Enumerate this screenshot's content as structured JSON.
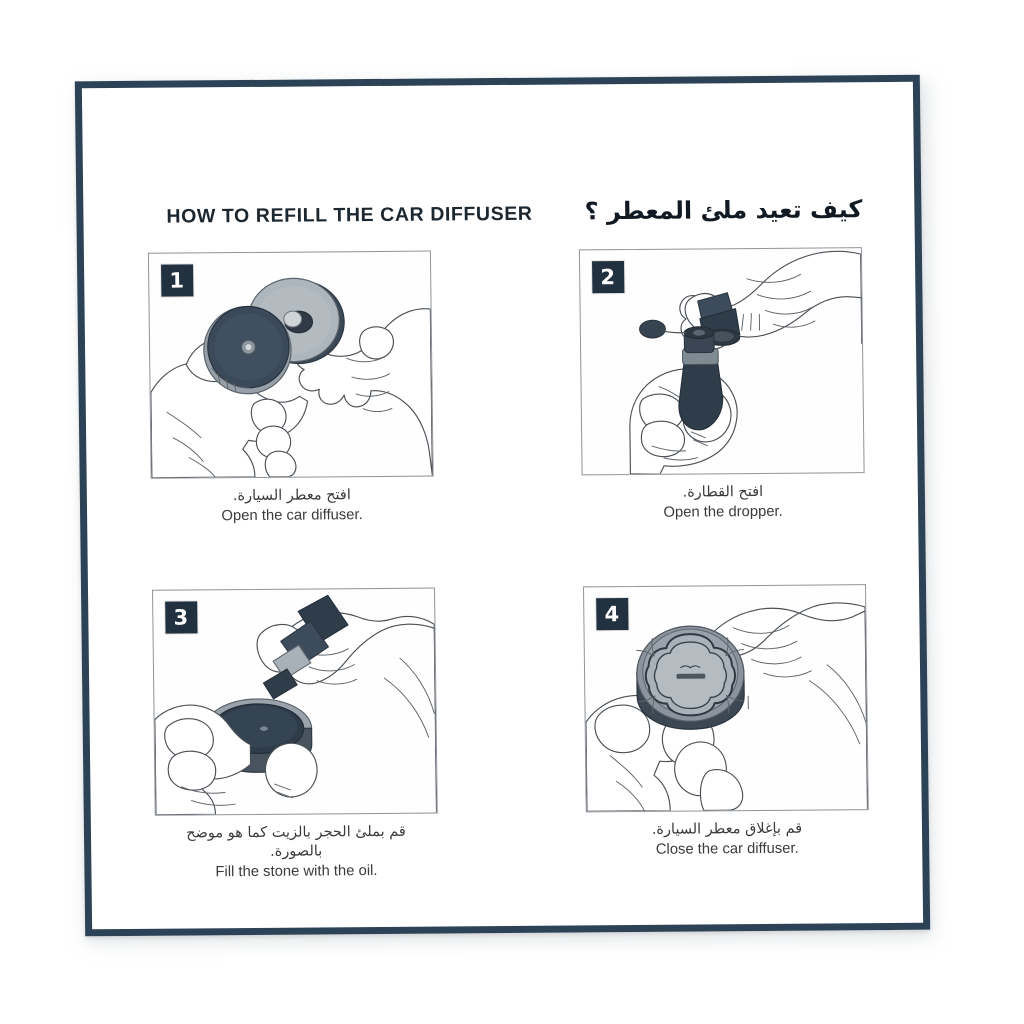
{
  "document": {
    "title_en": "HOW TO REFILL THE CAR DIFFUSER",
    "title_ar": "كيف تعيد ملئ المعطر ؟",
    "frame_color": "#2c4257",
    "badge_color": "#22313f",
    "text_color": "#3b3b3b",
    "background": "#ffffff"
  },
  "steps": [
    {
      "number": "1",
      "caption_ar": "افتح معطر السيارة.",
      "caption_ar_2": "",
      "caption_en": "Open the car diffuser.",
      "illustration": "two-hands-separating-diffuser-discs"
    },
    {
      "number": "2",
      "caption_ar": "افتح القطارة.",
      "caption_ar_2": "",
      "caption_en": "Open the dropper.",
      "illustration": "hand-removing-dropper-cap"
    },
    {
      "number": "3",
      "caption_ar": "قم بملئ الحجر بالزيت كما هو موضح",
      "caption_ar_2": "بالصورة.",
      "caption_en": "Fill the stone with the oil.",
      "illustration": "dropper-filling-stone-with-oil"
    },
    {
      "number": "4",
      "caption_ar": "قم بإغلاق معطر السيارة.",
      "caption_ar_2": "",
      "caption_en": "Close the car diffuser.",
      "illustration": "hands-closing-diffuser-cap-with-emblem"
    }
  ]
}
